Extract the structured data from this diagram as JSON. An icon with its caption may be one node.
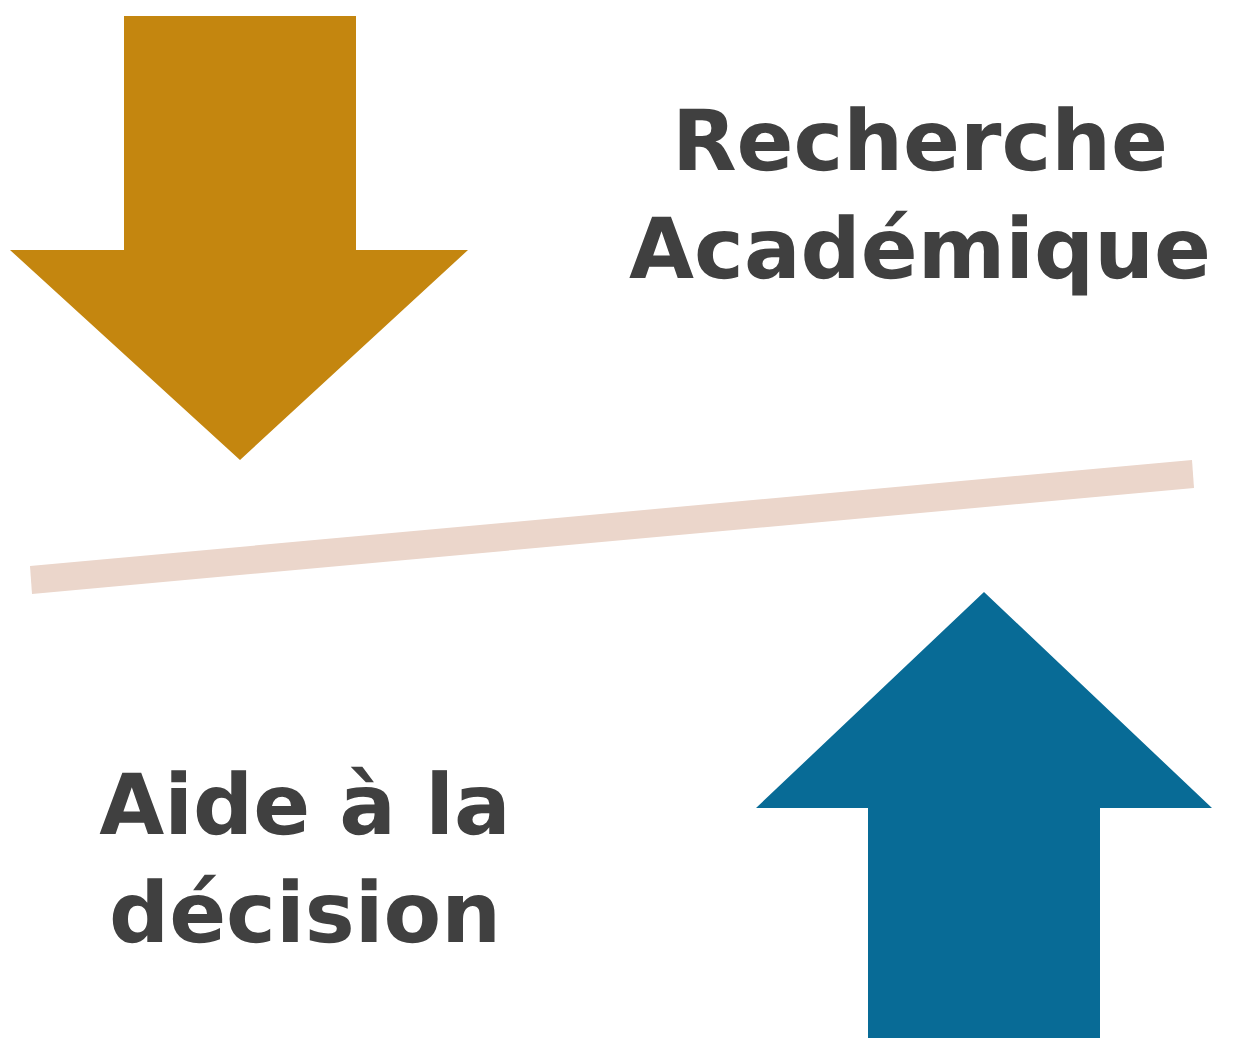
{
  "diagram": {
    "nodes": [
      {
        "text": [],
        "shape": "bar"
      }
    ],
    "labels": [
      "Recherche Académique",
      "Aide à la décision"
    ]
  }
}
